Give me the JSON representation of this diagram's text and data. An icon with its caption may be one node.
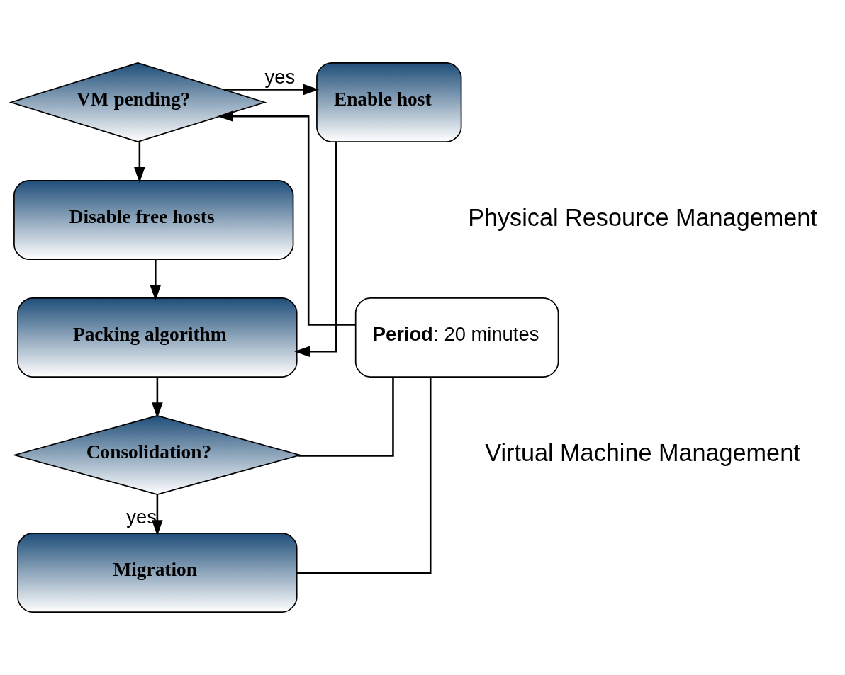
{
  "diagram": {
    "nodes": [
      {
        "text": [
          "Enable host"
        ]
      },
      {
        "text": [
          "VM pending?"
        ]
      },
      {
        "text": [
          "Disable free hosts"
        ]
      },
      {
        "text": [
          "Packing algorithm"
        ]
      },
      {
        "text": [
          "Consolidation?"
        ]
      },
      {
        "text": [
          "Migration"
        ]
      },
      {
        "text": [
          "**Period**: 20 minutes"
        ]
      }
    ],
    "edges": [
      {
        "from": 1,
        "to": 0,
        "arrow": "to",
        "label": "yes"
      },
      {
        "from": 1,
        "to": 2,
        "arrow": "to"
      },
      {
        "from": 0,
        "to": 3,
        "arrow": "to"
      },
      {
        "from": 2,
        "to": 3,
        "arrow": "to"
      },
      {
        "from": 3,
        "to": 4,
        "arrow": "to"
      },
      {
        "from": 4,
        "to": 5,
        "arrow": "to",
        "label": "yes"
      },
      {
        "from": 4,
        "to": 6,
        "arrow": "none"
      },
      {
        "from": 5,
        "to": 6,
        "arrow": "none"
      },
      {
        "from": 6,
        "to": 1,
        "arrow": "to"
      }
    ],
    "labels": [
      "Physical Resource Management",
      "Virtual Machine Management"
    ]
  }
}
